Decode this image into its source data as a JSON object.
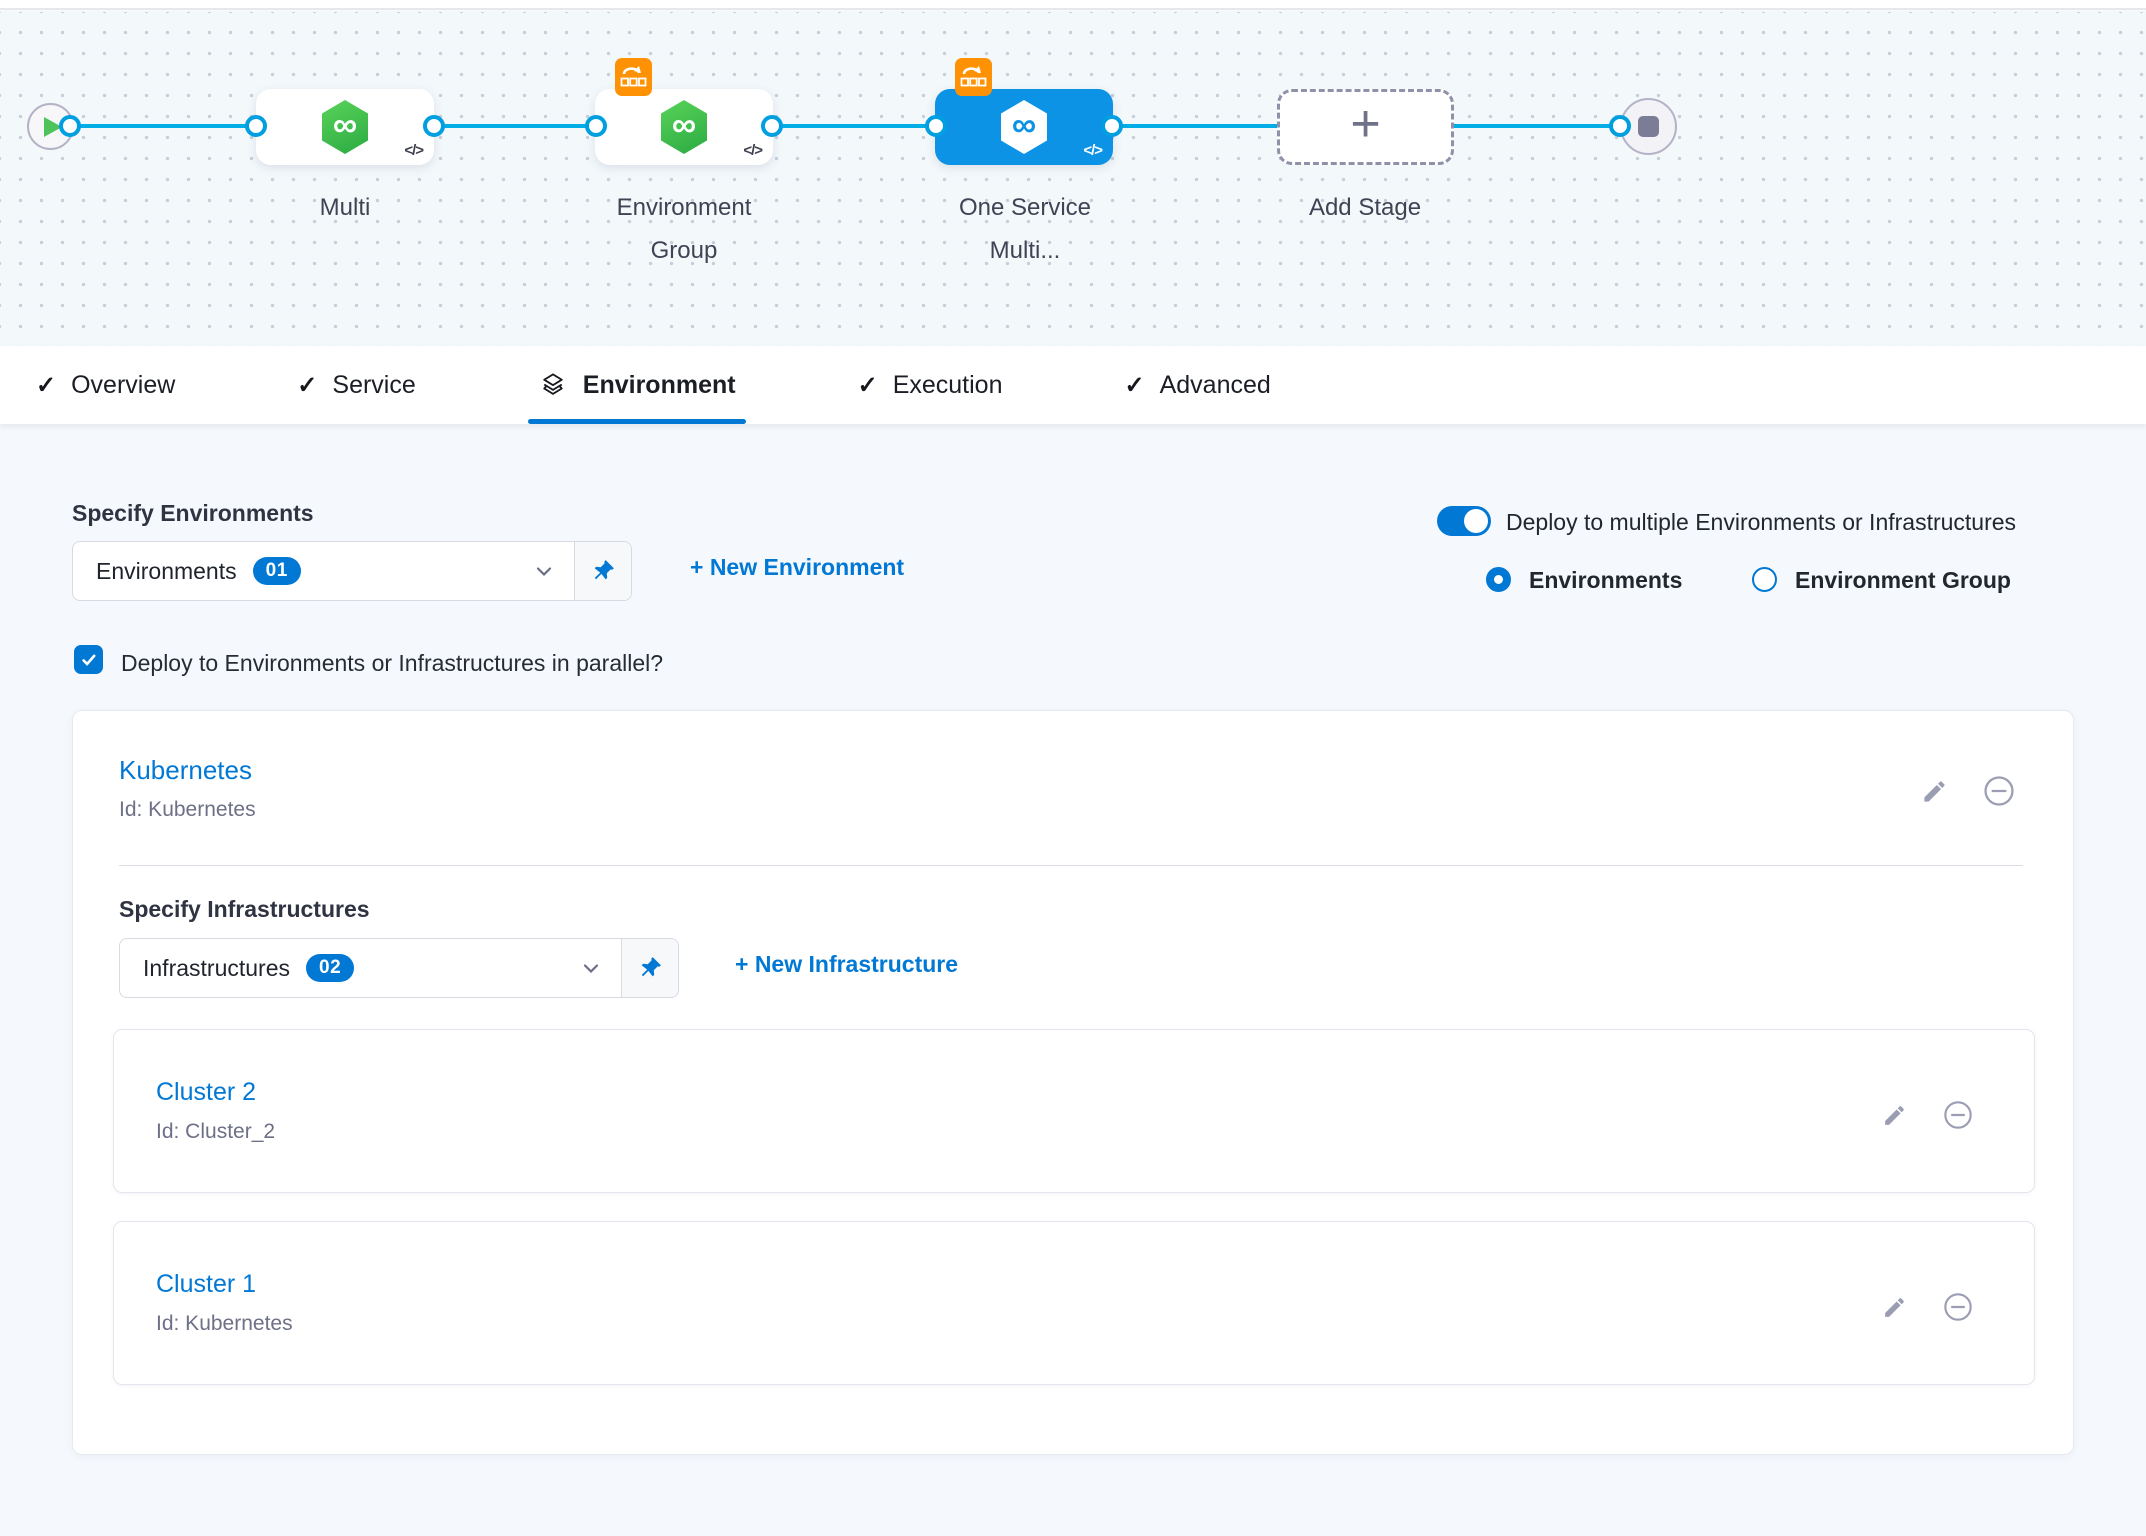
{
  "pipeline": {
    "stages": [
      {
        "label": "Multi",
        "type": "service",
        "has_badge": false,
        "selected": false
      },
      {
        "label": "Environment Group",
        "type": "service",
        "has_badge": true,
        "selected": false
      },
      {
        "label": "One Service Multi...",
        "type": "service",
        "has_badge": true,
        "selected": true
      },
      {
        "label": "Add Stage",
        "type": "add-stage"
      }
    ]
  },
  "tabs": [
    {
      "label": "Overview",
      "icon": "check",
      "active": false
    },
    {
      "label": "Service",
      "icon": "check",
      "active": false
    },
    {
      "label": "Environment",
      "icon": "layers",
      "active": true
    },
    {
      "label": "Execution",
      "icon": "check",
      "active": false
    },
    {
      "label": "Advanced",
      "icon": "check",
      "active": false
    }
  ],
  "environment_section": {
    "title": "Specify Environments",
    "dropdown_value": "Environments",
    "dropdown_count": "01",
    "new_environment_link": "+ New Environment",
    "toggle_label": "Deploy to multiple Environments or Infrastructures",
    "toggle_on": true,
    "radio_environments": "Environments",
    "radio_environment_group": "Environment Group",
    "radio_selected": "Environments",
    "parallel_checkbox_label": "Deploy to Environments or Infrastructures in parallel?",
    "parallel_checkbox_checked": true
  },
  "environment_card": {
    "name": "Kubernetes",
    "id": "Id: Kubernetes",
    "infrastructure_section": {
      "title": "Specify Infrastructures",
      "dropdown_value": "Infrastructures",
      "dropdown_count": "02",
      "new_infrastructure_link": "+ New Infrastructure",
      "clusters": [
        {
          "name": "Cluster 2",
          "id": "Id: Cluster_2"
        },
        {
          "name": "Cluster 1",
          "id": "Id: Kubernetes"
        }
      ]
    }
  },
  "glyphs": {
    "code": "</>",
    "infinity": "∞",
    "plus": "+",
    "check": "✓"
  },
  "colors": {
    "accent_blue": "#0278d5",
    "node_selected_blue": "#0c93e6",
    "connector_cyan": "#00ade4",
    "service_green": "#3db948",
    "badge_orange": "#fe9204",
    "canvas_bg": "#f3f8fb",
    "content_bg": "#f5f9fd",
    "icon_gray": "#9b9db2"
  }
}
